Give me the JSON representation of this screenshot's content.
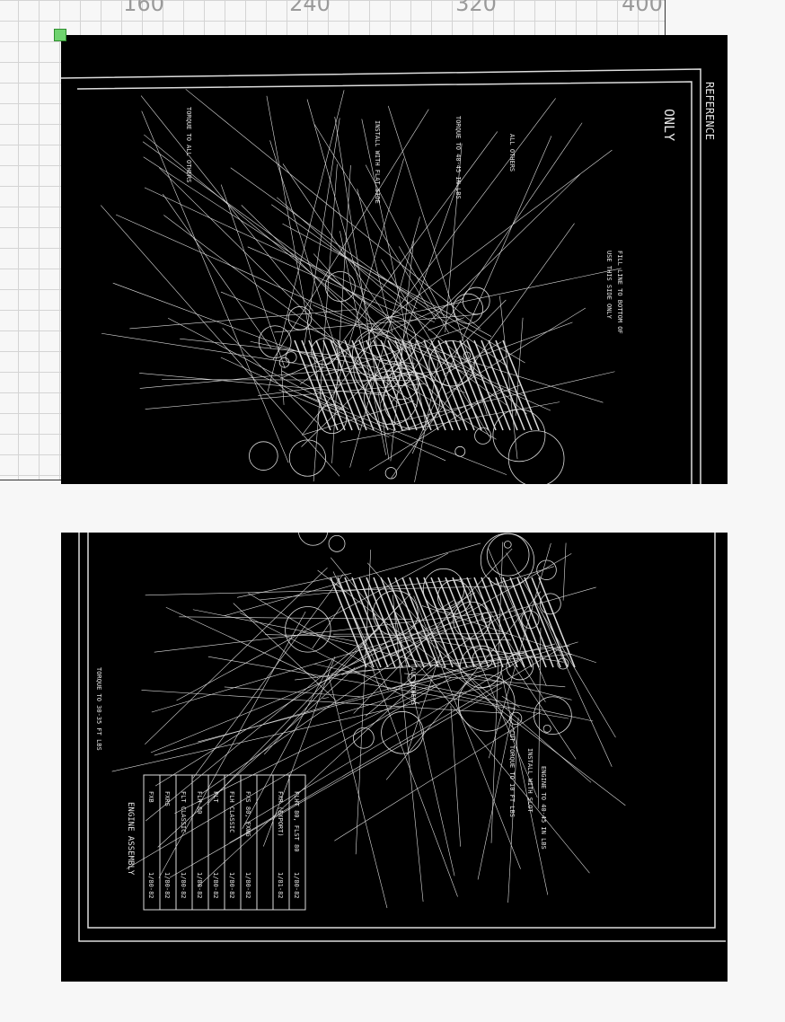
{
  "ruler": {
    "labels": [
      "160",
      "240",
      "320",
      "400"
    ]
  },
  "sheet1": {
    "stamp": "REFERENCE",
    "stamp2": "ONLY",
    "notes": [
      "ALL OTHERS",
      "TORQUE TO 40-45 IN LBS",
      "TORQUE TO ALL OTHERS",
      "INSTALL WITH FLAT SIDE",
      "FILL LINE TO BOTTOM OF",
      "USE THIS SIDE ONLY"
    ]
  },
  "sheet2": {
    "title_block": "ENGINE ASSEMBLY",
    "notes": [
      "TORQUE TO 30-35 FT LBS",
      "ALL OTHERS",
      "CUT TORQUE TO 10 FT LBS",
      "INSTALL WITH SLOT",
      "ENGINE TO 40-45 IN LBS"
    ],
    "table": [
      {
        "model": "FLHT 80, FLST 80",
        "code": "1/80-82"
      },
      {
        "model": "FXR (EXPORT)",
        "code": "1/81-82"
      },
      {
        "model": "",
        "code": ""
      },
      {
        "model": "FXS 80, FXWG",
        "code": "1/80-82"
      },
      {
        "model": "FLH CLASSIC",
        "code": "1/80-82"
      },
      {
        "model": "FLT",
        "code": "1/80-82"
      },
      {
        "model": "FLH 80",
        "code": "1/80-82"
      },
      {
        "model": "FLT CLASSIC",
        "code": "1/80-82"
      },
      {
        "model": "FXRS",
        "code": "1/80-82"
      },
      {
        "model": "FXB",
        "code": "1/80-82"
      }
    ]
  }
}
